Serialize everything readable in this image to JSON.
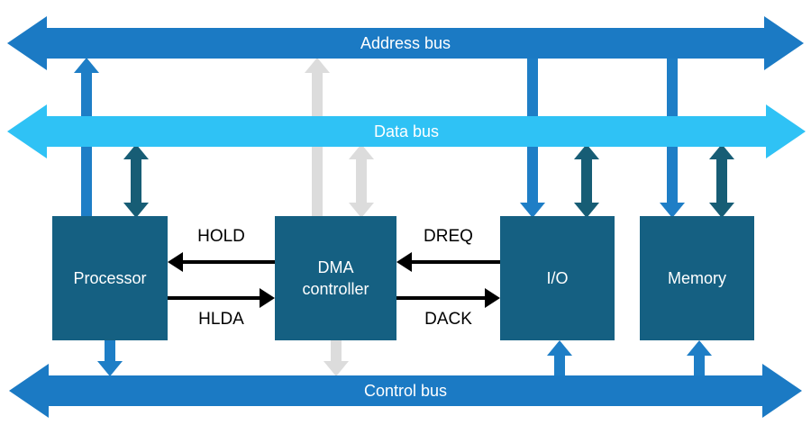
{
  "buses": {
    "address": {
      "label": "Address bus"
    },
    "data": {
      "label": "Data bus"
    },
    "control": {
      "label": "Control bus"
    }
  },
  "blocks": {
    "processor": {
      "label": "Processor"
    },
    "dma": {
      "label": "DMA controller"
    },
    "io": {
      "label": "I/O"
    },
    "memory": {
      "label": "Memory"
    }
  },
  "signals": {
    "hold": {
      "label": "HOLD"
    },
    "hlda": {
      "label": "HLDA"
    },
    "dreq": {
      "label": "DREQ"
    },
    "dack": {
      "label": "DACK"
    }
  },
  "colors": {
    "bus_blue": "#1b7ac4",
    "bus_light_blue": "#2fc2f5",
    "block_teal": "#156082",
    "arrow_blue": "#1e7ec6",
    "arrow_teal": "#175d75",
    "arrow_gray": "#dcdcdc",
    "signal_black": "#000000"
  }
}
